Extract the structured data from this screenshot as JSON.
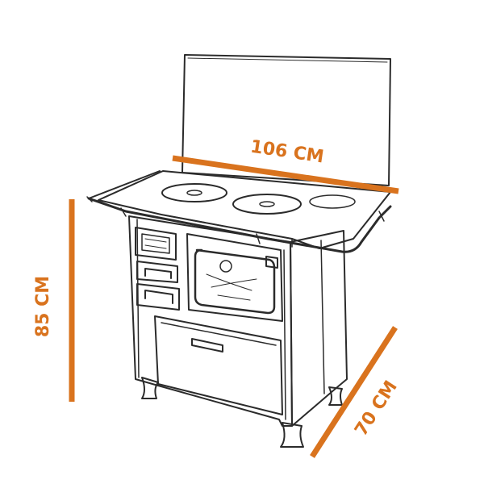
{
  "accent_color": "#d9731e",
  "dimensions": {
    "width": "106 CM",
    "height": "85 CM",
    "depth": "70 CM"
  }
}
